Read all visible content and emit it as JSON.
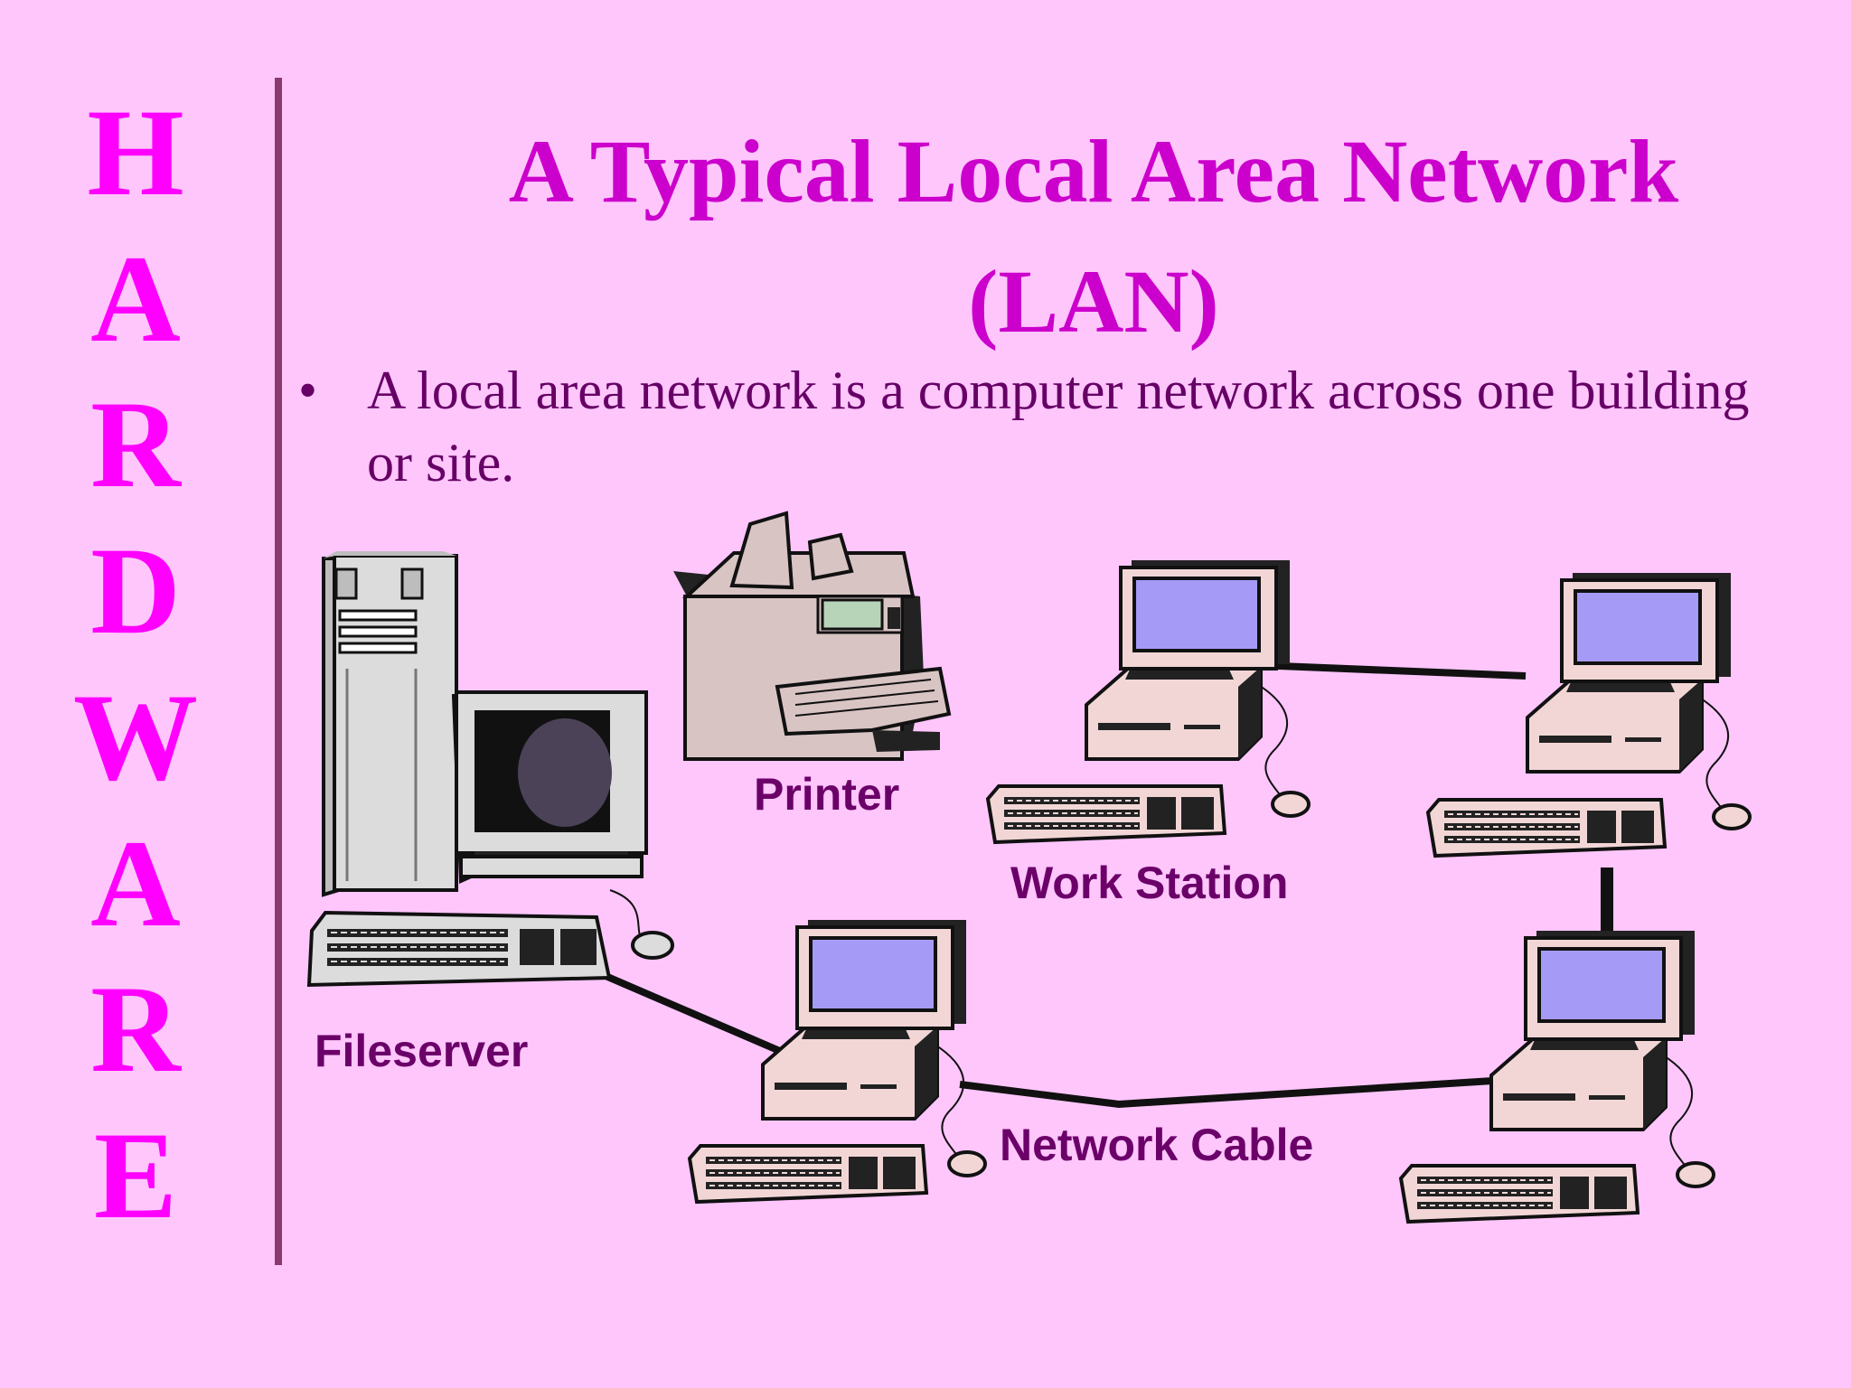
{
  "slide": {
    "side_letters": [
      "H",
      "A",
      "R",
      "D",
      "W",
      "A",
      "R",
      "E"
    ],
    "title": "A Typical Local Area Network (LAN)",
    "bullet_char": "•",
    "bullet_text": "A local area network is a computer network across one building or site."
  },
  "diagram": {
    "labels": {
      "printer": "Printer",
      "workstation": "Work Station",
      "fileserver": "Fileserver",
      "cable": "Network Cable"
    }
  },
  "colors": {
    "background": "#ffc6fc",
    "side_letters": "#ff00ff",
    "title": "#cc00cc",
    "body_text": "#660066",
    "labels": "#6b0069",
    "divider": "#8a3a6e",
    "screen": "#a69af7",
    "computer_case": "#f2d6d6",
    "server_case": "#dcdcdc"
  },
  "icons": [
    "fileserver-icon",
    "printer-icon",
    "workstation-icon",
    "keyboard-icon",
    "mouse-icon",
    "network-cable"
  ]
}
